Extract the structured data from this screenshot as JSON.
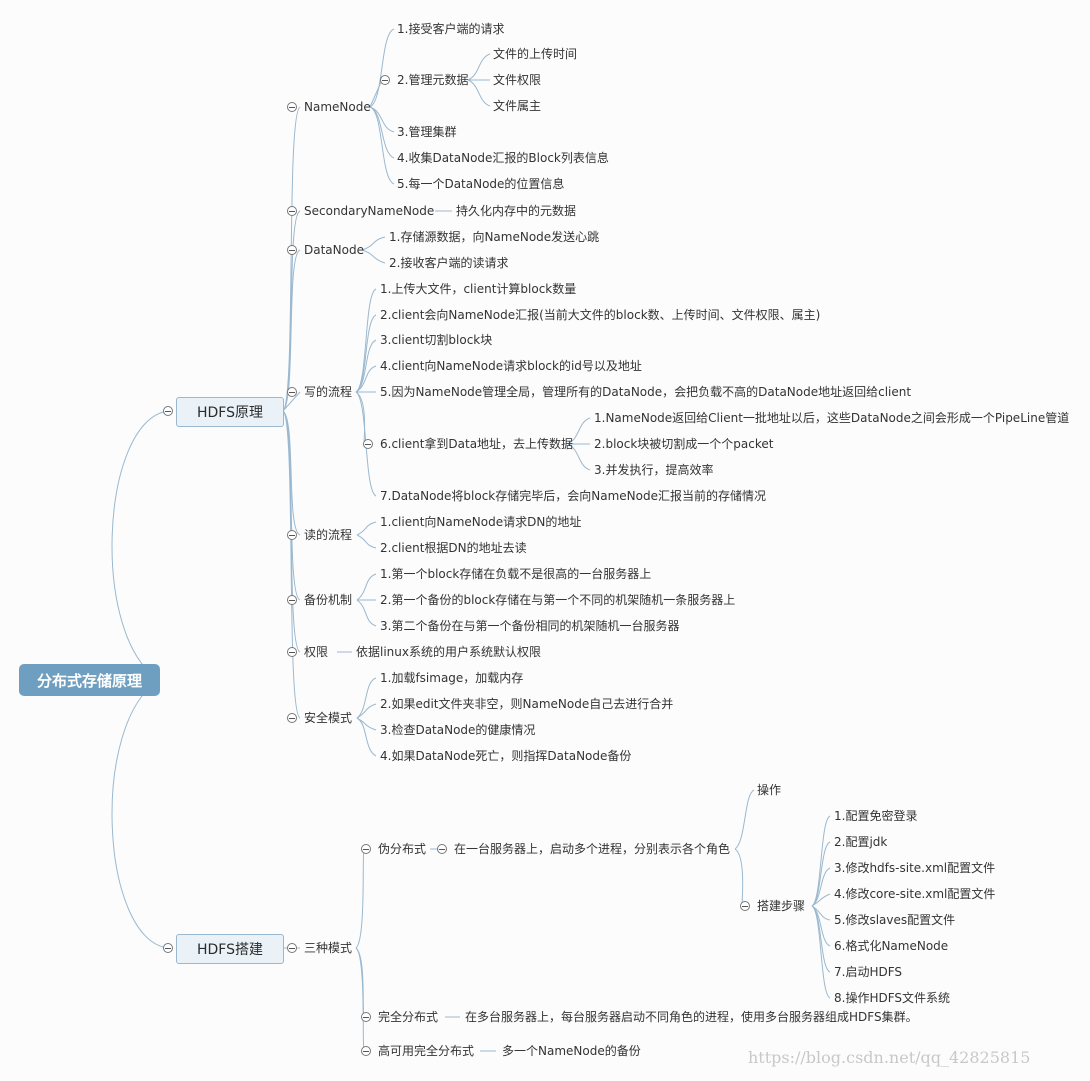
{
  "mindmap": {
    "root": "分布式存储原理",
    "hdfs_principle": {
      "title": "HDFS原理",
      "namenode": {
        "label": "NameNode",
        "items": [
          "1.接受客户端的请求",
          "2.管理元数据",
          "3.管理集群",
          "4.收集DataNode汇报的Block列表信息",
          "5.每一个DataNode的位置信息"
        ],
        "metadata": [
          "文件的上传时间",
          "文件权限",
          "文件属主"
        ]
      },
      "secondary": {
        "label": "SecondaryNameNode",
        "note": "持久化内存中的元数据"
      },
      "datanode": {
        "label": "DataNode",
        "items": [
          "1.存储源数据，向NameNode发送心跳",
          "2.接收客户端的读请求"
        ]
      },
      "write_flow": {
        "label": "写的流程",
        "items": [
          "1.上传大文件，client计算block数量",
          "2.client会向NameNode汇报(当前大文件的block数、上传时间、文件权限、属主)",
          "3.client切割block块",
          "4.client向NameNode请求block的id号以及地址",
          "5.因为NameNode管理全局，管理所有的DataNode，会把负载不高的DataNode地址返回给client",
          "6.client拿到Data地址，去上传数据",
          "7.DataNode将block存储完毕后，会向NameNode汇报当前的存储情况"
        ],
        "upload": [
          "1.NameNode返回给Client一批地址以后，这些DataNode之间会形成一个PipeLine管道",
          "2.block块被切割成一个个packet",
          "3.并发执行，提高效率"
        ]
      },
      "read_flow": {
        "label": "读的流程",
        "items": [
          "1.client向NameNode请求DN的地址",
          "2.client根据DN的地址去读"
        ]
      },
      "backup": {
        "label": "备份机制",
        "items": [
          "1.第一个block存储在负载不是很高的一台服务器上",
          "2.第一个备份的block存储在与第一个不同的机架随机一条服务器上",
          "3.第二个备份在与第一个备份相同的机架随机一台服务器"
        ]
      },
      "permission": {
        "label": "权限",
        "note": "依据linux系统的用户系统默认权限"
      },
      "safemode": {
        "label": "安全模式",
        "items": [
          "1.加载fsimage，加载内存",
          "2.如果edit文件夹非空，则NameNode自己去进行合并",
          "3.检查DataNode的健康情况",
          "4.如果DataNode死亡，则指挥DataNode备份"
        ]
      }
    },
    "hdfs_setup": {
      "title": "HDFS搭建",
      "modes": {
        "label": "三种模式",
        "pseudo": {
          "label": "伪分布式",
          "desc": "在一台服务器上，启动多个进程，分别表示各个角色",
          "op": "操作",
          "steps_label": "搭建步骤",
          "steps": [
            "1.配置免密登录",
            "2.配置jdk",
            "3.修改hdfs-site.xml配置文件",
            "4.修改core-site.xml配置文件",
            "5.修改slaves配置文件",
            "6.格式化NameNode",
            "7.启动HDFS",
            "8.操作HDFS文件系统"
          ]
        },
        "full": {
          "label": "完全分布式",
          "desc": "在多台服务器上，每台服务器启动不同角色的进程，使用多台服务器组成HDFS集群。"
        },
        "ha": {
          "label": "高可用完全分布式",
          "desc": "多一个NameNode的备份"
        }
      }
    }
  },
  "watermark": "https://blog.csdn.net/qq_42825815",
  "colors": {
    "root": "#6f9fc0",
    "branch_box": "#eaf2f8",
    "line": "#9ab8cf"
  }
}
